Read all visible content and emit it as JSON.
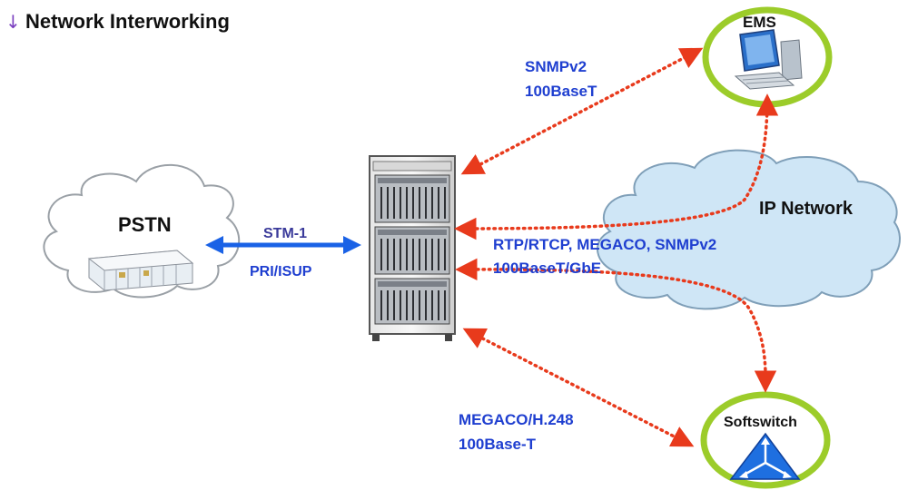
{
  "title": "Network Interworking",
  "title_bullet": "↓",
  "colors": {
    "accent_blue": "#1f3fd0",
    "arrow_blue": "#1a62e6",
    "dotted_red": "#e83a1c",
    "ring_green": "#9ccc2a",
    "cloud_fill": "#cfe6f6",
    "stm_purple": "#3a3a9a"
  },
  "nodes": {
    "pstn": {
      "label": "PSTN",
      "icon": "switchboard-icon"
    },
    "ip_network": {
      "label": "IP Network"
    },
    "ems": {
      "label": "EMS",
      "icon": "computer-icon"
    },
    "softswitch": {
      "label": "Softswitch",
      "icon": "softswitch-icon"
    },
    "center": {
      "icon": "server-rack-icon"
    }
  },
  "links": {
    "pstn": {
      "top": "STM-1",
      "bottom": "PRI/ISUP"
    },
    "ems": {
      "line1": "SNMPv2",
      "line2": "100BaseT"
    },
    "ip": {
      "line1": "RTP/RTCP, MEGACO, SNMPv2",
      "line2": "100BaseT/GbE"
    },
    "softswitch": {
      "line1": "MEGACO/H.248",
      "line2": "100Base-T"
    }
  }
}
